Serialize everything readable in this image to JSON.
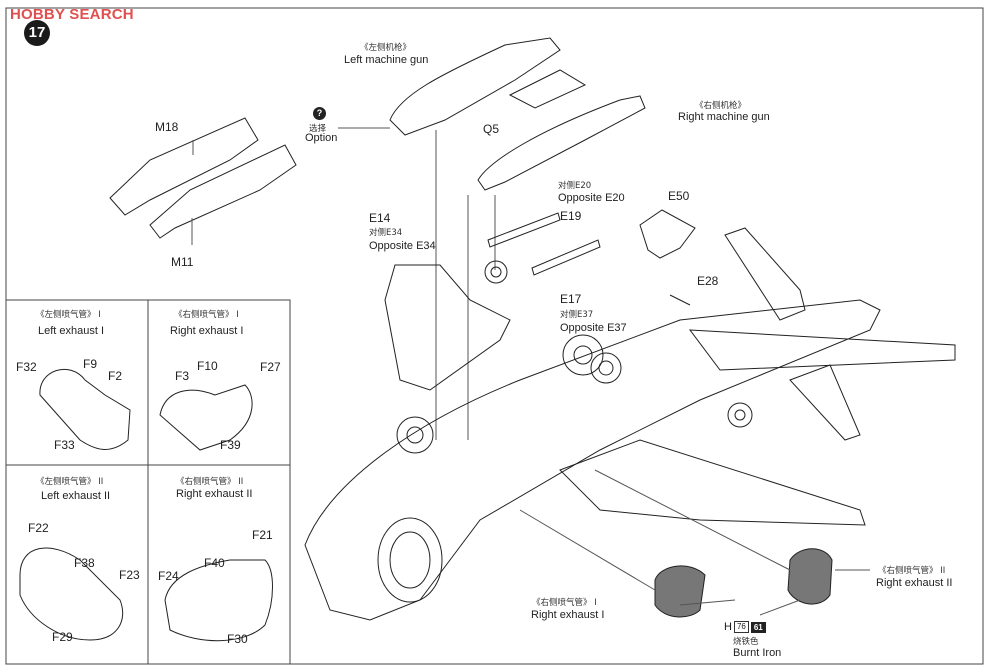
{
  "watermark": {
    "logo": "HOBBY SEARCH"
  },
  "step_number": "17",
  "option_mark": {
    "icon": "question-icon",
    "cn": "选择",
    "en": "Option"
  },
  "labels": {
    "left_gun_cn": "《左侧机枪》",
    "left_gun_en": "Left machine gun",
    "right_gun_cn": "《右侧机枪》",
    "right_gun_en": "Right machine gun",
    "m18": "M18",
    "m11": "M11",
    "q5": "Q5",
    "e14": "E14",
    "e34_cn": "对侧E34",
    "e34_en": "Opposite E34",
    "e19": "E19",
    "e20_cn": "对侧E20",
    "e20_en": "Opposite E20",
    "e50": "E50",
    "e28": "E28",
    "e17": "E17",
    "e37_cn": "对侧E37",
    "e37_en": "Opposite E37",
    "right_exhaust_cn_bottom": "《右侧喷气管》 I",
    "right_exhaust_en_bottom": "Right exhaust I",
    "right_exhaust_cn_side": "《右侧喷气管》 II",
    "right_exhaust_en_side": "Right exhaust II",
    "paint_code": "H",
    "paint_num1": "76",
    "paint_num2": "61",
    "paint_cn": "烧铁色",
    "paint_en": "Burnt Iron"
  },
  "panels": [
    {
      "cn": "《左侧喷气管》 I",
      "en": "Left exhaust I",
      "parts": [
        "F32",
        "F9",
        "F2",
        "F33"
      ]
    },
    {
      "cn": "《右侧喷气管》 I",
      "en": "Right exhaust I",
      "parts": [
        "F3",
        "F10",
        "F27",
        "F39"
      ]
    },
    {
      "cn": "《左侧喷气管》 II",
      "en": "Left exhaust II",
      "parts": [
        "F22",
        "F38",
        "F23",
        "F29"
      ]
    },
    {
      "cn": "《右侧喷气管》 II",
      "en": "Right exhaust II",
      "parts": [
        "F21",
        "F24",
        "F40",
        "F30"
      ]
    }
  ]
}
